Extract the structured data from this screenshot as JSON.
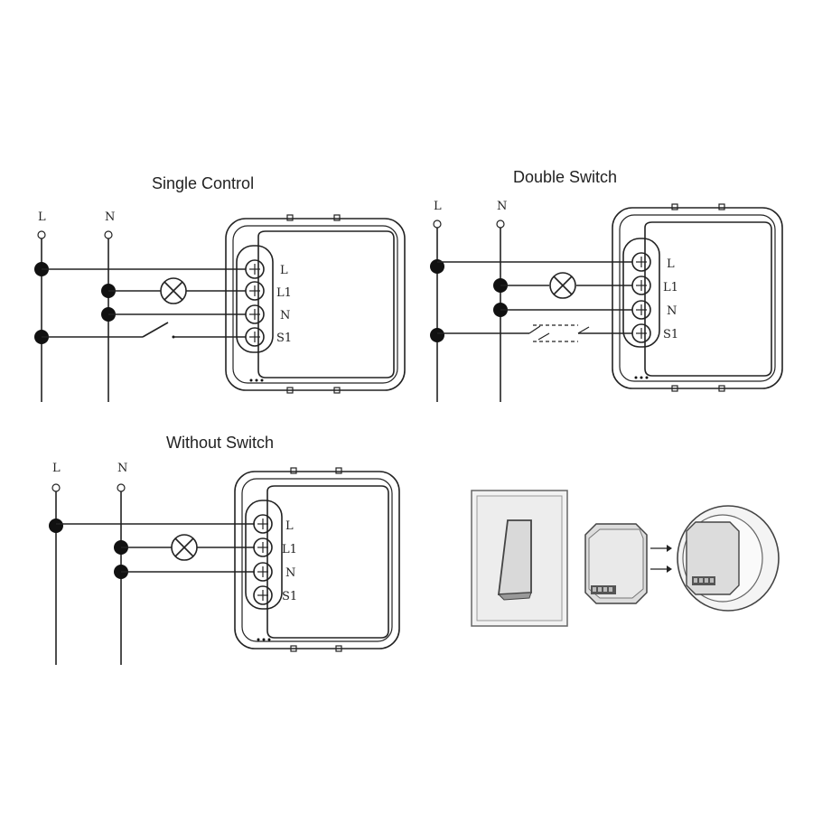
{
  "diagrams": {
    "single": {
      "title": "Single Control",
      "supply": [
        "L",
        "N"
      ],
      "terminals": [
        "L",
        "L1",
        "N",
        "S1"
      ]
    },
    "double": {
      "title": "Double Switch",
      "supply": [
        "L",
        "N"
      ],
      "terminals": [
        "L",
        "L1",
        "N",
        "S1"
      ]
    },
    "without": {
      "title": "Without Switch",
      "supply": [
        "L",
        "N"
      ],
      "terminals": [
        "L",
        "L1",
        "N",
        "S1"
      ]
    }
  },
  "colors": {
    "ink": "#222222",
    "fill_dark": "#111111"
  }
}
